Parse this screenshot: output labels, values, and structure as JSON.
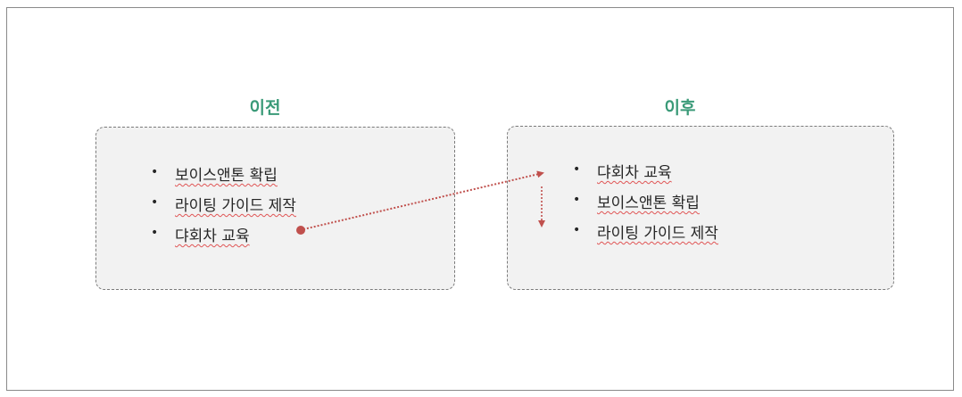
{
  "before": {
    "title": "이전",
    "items": [
      "보이스앤톤 확립",
      "라이팅 가이드 제작",
      "댜회차 교육"
    ]
  },
  "after": {
    "title": "이후",
    "items": [
      "댜회차 교육",
      "보이스앤톤 확립",
      "라이팅 가이드 제작"
    ]
  },
  "colors": {
    "heading": "#3a9a78",
    "arrow": "#c0504d",
    "box_fill": "#f2f2f2",
    "spellcheck_underline": "#e05555"
  },
  "bullet_glyph": "•"
}
